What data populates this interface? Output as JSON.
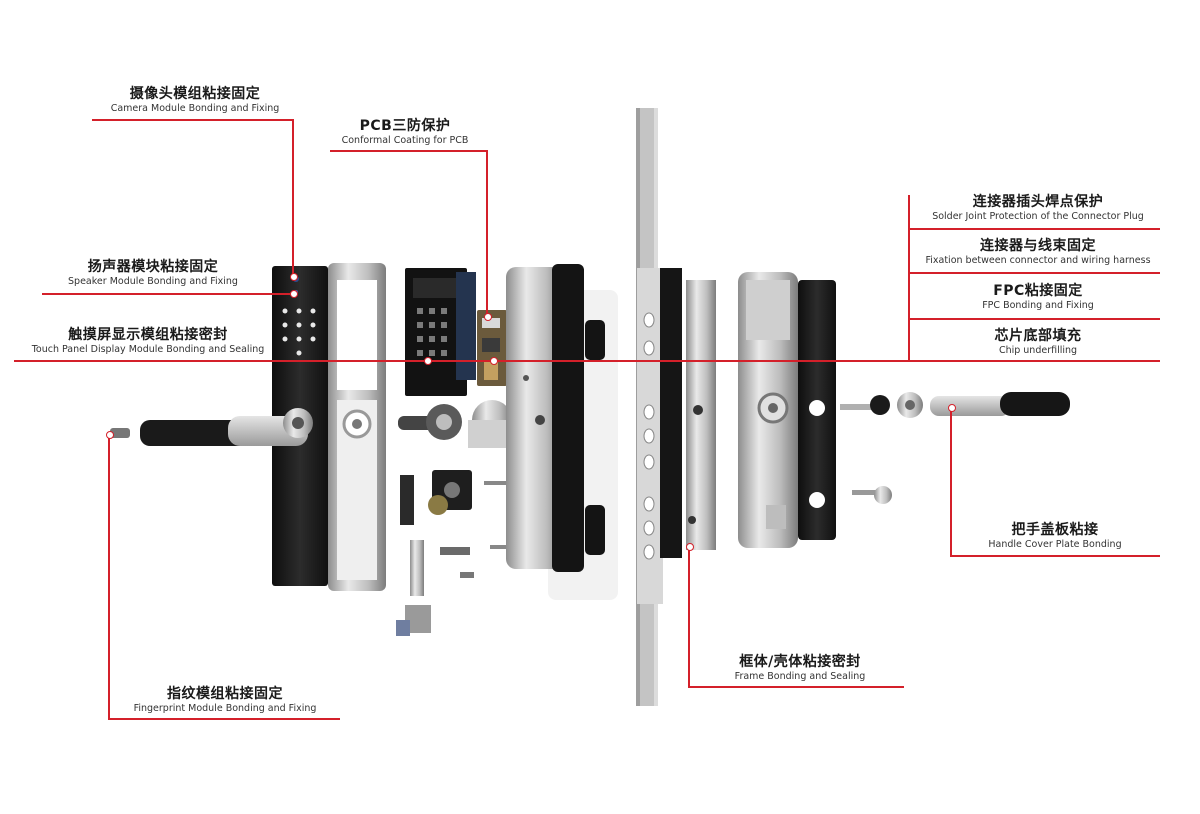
{
  "colors": {
    "accent": "#d4202a",
    "metal": "#c9c9c9",
    "dark": "#1c1c1c"
  },
  "labels": {
    "camera": {
      "zh": "摄像头模组粘接固定",
      "en": "Camera Module Bonding and Fixing"
    },
    "pcb": {
      "zh": "PCB三防保护",
      "en": "Conformal Coating for PCB"
    },
    "speaker": {
      "zh": "扬声器模块粘接固定",
      "en": "Speaker Module Bonding and Fixing"
    },
    "touch": {
      "zh": "触摸屏显示模组粘接密封",
      "en": "Touch Panel Display Module Bonding and Sealing"
    },
    "fingerprint": {
      "zh": "指纹模组粘接固定",
      "en": "Fingerprint Module Bonding and Fixing"
    },
    "frame": {
      "zh": "框体/壳体粘接密封",
      "en": "Frame Bonding and Sealing"
    },
    "solder": {
      "zh": "连接器插头焊点保护",
      "en": "Solder Joint Protection of the Connector Plug"
    },
    "harness": {
      "zh": "连接器与线束固定",
      "en": "Fixation between connector and wiring harness"
    },
    "fpc": {
      "zh": "FPC粘接固定",
      "en": "FPC Bonding and Fixing"
    },
    "chip": {
      "zh": "芯片底部填充",
      "en": "Chip underfilling"
    },
    "handle": {
      "zh": "把手盖板粘接",
      "en": "Handle Cover Plate Bonding"
    }
  }
}
